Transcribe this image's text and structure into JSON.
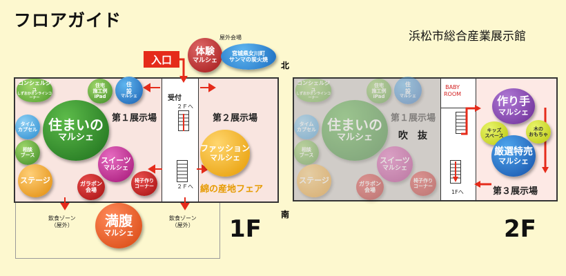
{
  "header": {
    "title": "フロアガイド",
    "venue": "浜松市総合産業展示館"
  },
  "compass": {
    "north": "北",
    "south": "南"
  },
  "outdoor": {
    "area_label": "屋外会場",
    "entrance": "入口",
    "taiken_l1": "体験",
    "taiken_l2": "マルシェ",
    "miyagi_l1": "宮城県女川町",
    "miyagi_l2": "サンマの炭火焼"
  },
  "floor1": {
    "floor_label": "1F",
    "hall1": "第１展示場",
    "hall2": "第２展示場",
    "reception": "受付",
    "stairs_up": "２Ｆへ",
    "stairs_label": "２Ｆへ",
    "concierge_l1": "コンシェルジュ",
    "concierge_l2": "しずおかオンラインコーナー",
    "jutaku_l1": "住宅",
    "jutaku_l2": "施工例",
    "jutaku_l3": "iPad",
    "jusetsu_l1": "住",
    "jusetsu_l2": "設",
    "jusetsu_l3": "マルシェ",
    "time_capsule_l1": "タイム",
    "time_capsule_l2": "カプセル",
    "sumai_l1": "住まいの",
    "sumai_l2": "マルシェ",
    "soutei_l1": "相談",
    "soutei_l2": "ブース",
    "sweets_l1": "スイーツ",
    "sweets_l2": "マルシェ",
    "stage": "ステージ",
    "garapon_l1": "ガラポン",
    "garapon_l2": "会場",
    "isu_l1": "椅子作り",
    "isu_l2": "コーナー",
    "fashion_l1": "ファッション",
    "fashion_l2": "マルシェ",
    "cotton_fair": "綿の産地フェア",
    "food_left_l1": "飲食ゾーン",
    "food_left_l2": "（屋外）",
    "food_right_l1": "飲食ゾーン",
    "food_right_l2": "（屋外）",
    "manpuku_l1": "満腹",
    "manpuku_l2": "マルシェ"
  },
  "floor2": {
    "floor_label": "2F",
    "fukinuke": "吹　抜",
    "baby_room_l1": "BABY",
    "baby_room_l2": "ROOM",
    "stairs_down": "1Fへ",
    "hall3": "第３展示場",
    "tsukurite_l1": "作り手",
    "tsukurite_l2": "マルシェ",
    "kids_l1": "キッズ",
    "kids_l2": "スペース",
    "wood_l1": "木の",
    "wood_l2": "おもちゃ",
    "tokubai_l1": "厳選特売",
    "tokubai_l2": "マルシェ"
  },
  "colors": {
    "red": "#e52b1a",
    "green": "#2e8b2e",
    "magenta": "#c0208f",
    "orange": "#f6a50c",
    "purple": "#7a3aa0",
    "blue": "#1a6fc2"
  }
}
